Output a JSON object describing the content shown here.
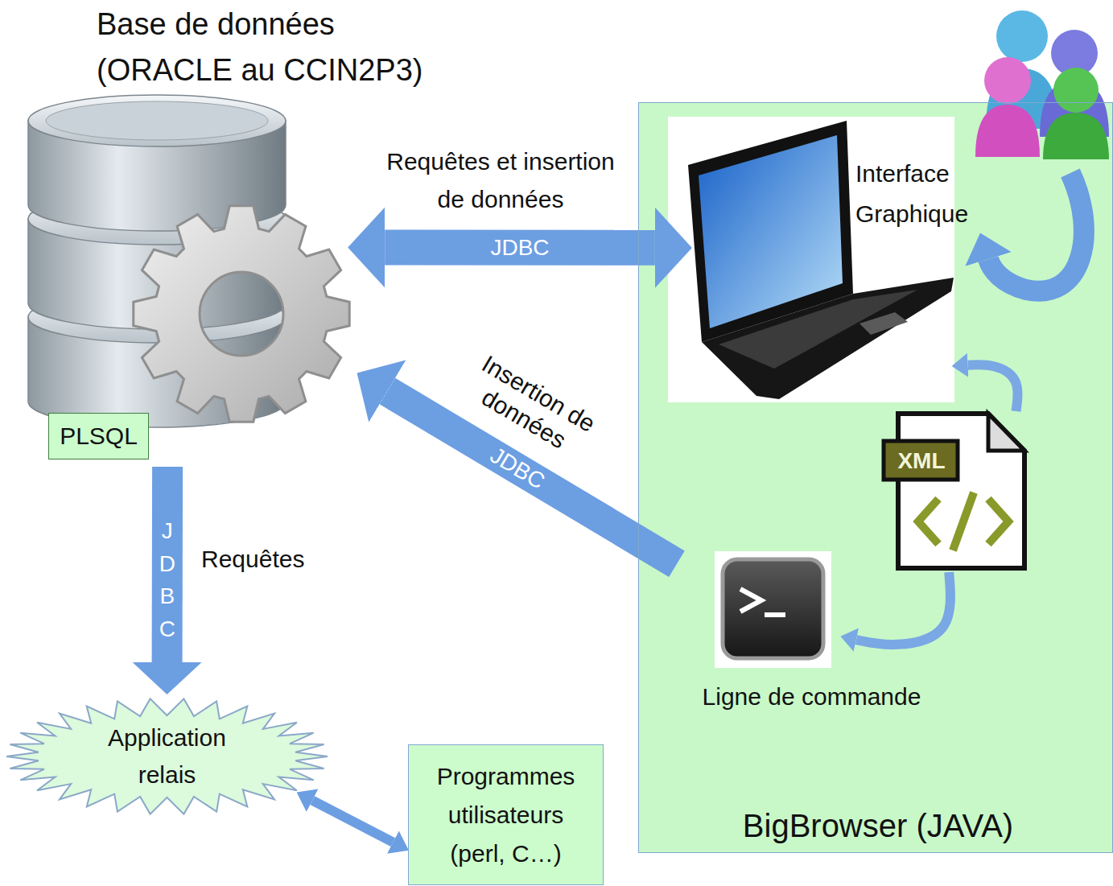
{
  "diagram": {
    "nodes": [
      {
        "text": [
          "Base de données (ORACLE au CCIN2P3)"
        ]
      },
      {
        "text": [
          "PLSQL"
        ],
        "in": 0
      },
      {
        "text": [
          "BigBrowser (JAVA)"
        ]
      },
      {
        "text": [
          "Interface Graphique"
        ],
        "in": 2
      },
      {
        "text": [
          "XML"
        ],
        "in": 2
      },
      {
        "text": [
          "Ligne de commande"
        ],
        "in": 2
      },
      {
        "text": [
          "Application relais"
        ]
      },
      {
        "text": [
          "Programmes utilisateurs (perl, C…)"
        ]
      }
    ],
    "edges": [
      {
        "from": 0,
        "to": 3,
        "arrow": "both",
        "label": "JDBC"
      },
      {
        "from": 5,
        "to": 0,
        "arrow": "to",
        "label": "JDBC"
      },
      {
        "from": 0,
        "to": 6,
        "arrow": "to",
        "label": "JDBC"
      },
      {
        "from": 6,
        "to": 7,
        "arrow": "both"
      },
      {
        "from": 4,
        "to": 3,
        "arrow": "to"
      },
      {
        "from": 4,
        "to": 5,
        "arrow": "to"
      }
    ],
    "labels": [
      "Requêtes et insertion de données",
      "Insertion de données",
      "Requêtes"
    ]
  }
}
